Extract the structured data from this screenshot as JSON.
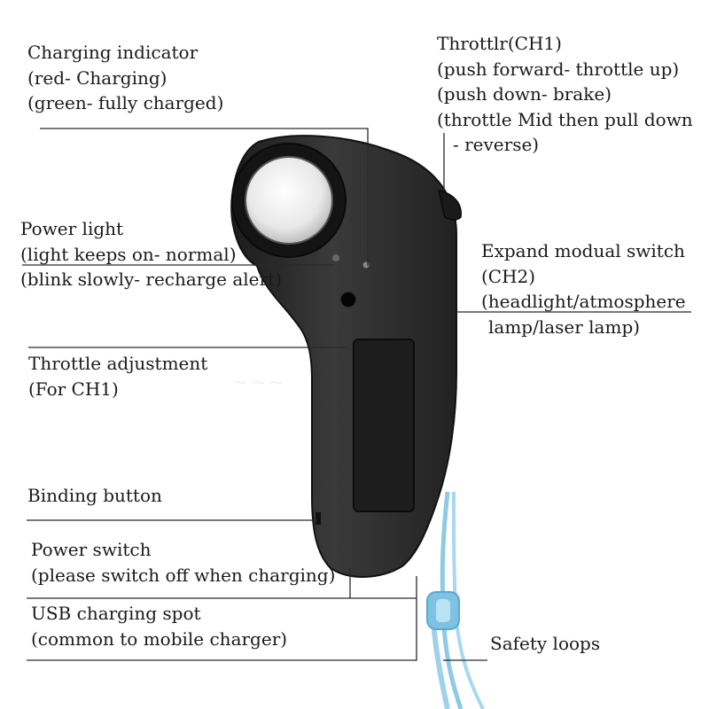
{
  "colors": {
    "body": "#2b2b2b",
    "body_highlight": "#454545",
    "ring": "#101010",
    "leader": "#2a2a2a",
    "strap": "#8ec9e6"
  },
  "labels": {
    "charging_indicator": [
      "Charging indicator",
      "(red- Charging)",
      "(green- fully charged)"
    ],
    "throttle": [
      "Throttlr(CH1)",
      "(push forward- throttle up)",
      "(push down- brake)",
      "(throttle Mid then pull down",
      "- reverse)"
    ],
    "power_light": [
      "Power light",
      "(light keeps on- normal)",
      "(blink slowly- recharge alert)"
    ],
    "expand_switch": [
      "Expand modual switch",
      "(CH2)",
      "(headlight/atmosphere",
      "lamp/laser lamp)"
    ],
    "throttle_adjustment": [
      "Throttle adjustment",
      "(For CH1)"
    ],
    "binding_button": [
      "Binding button"
    ],
    "power_switch": [
      "Power switch",
      "(please switch off when charging)"
    ],
    "usb_charging": [
      "USB charging spot",
      "(common to mobile charger)"
    ],
    "safety_loops": [
      "Safety loops"
    ]
  }
}
